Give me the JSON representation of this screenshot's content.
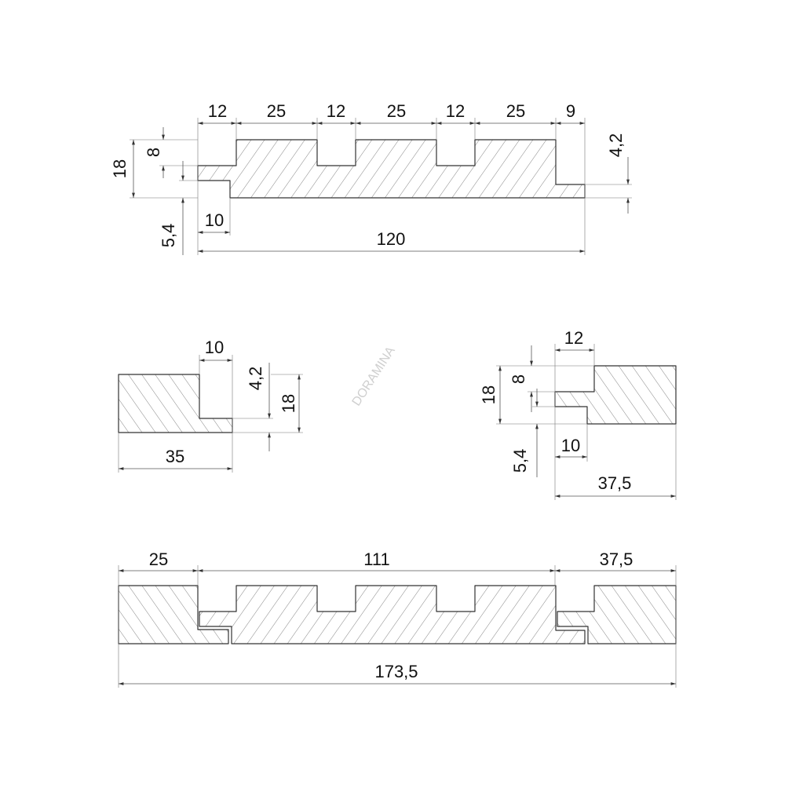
{
  "top_profile": {
    "widths": [
      "12",
      "25",
      "12",
      "25",
      "12",
      "25",
      "9"
    ],
    "height": "18",
    "groove_depth": "8",
    "tongue_offset": "5,4",
    "tongue_width": "10",
    "total_width": "120",
    "lip_height": "4,2"
  },
  "end_left": {
    "notch_width": "10",
    "width": "35",
    "lip_height": "4,2",
    "height": "18"
  },
  "end_right": {
    "groove_width": "12",
    "height": "18",
    "groove_depth": "8",
    "tongue_offset": "5,4",
    "tongue_width": "10",
    "width": "37,5"
  },
  "assembly": {
    "left": "25",
    "middle": "111",
    "right": "37,5",
    "total": "173,5"
  },
  "watermark": "DORAMINA",
  "colors": {
    "line": "#333333",
    "hatch": "#666666"
  }
}
